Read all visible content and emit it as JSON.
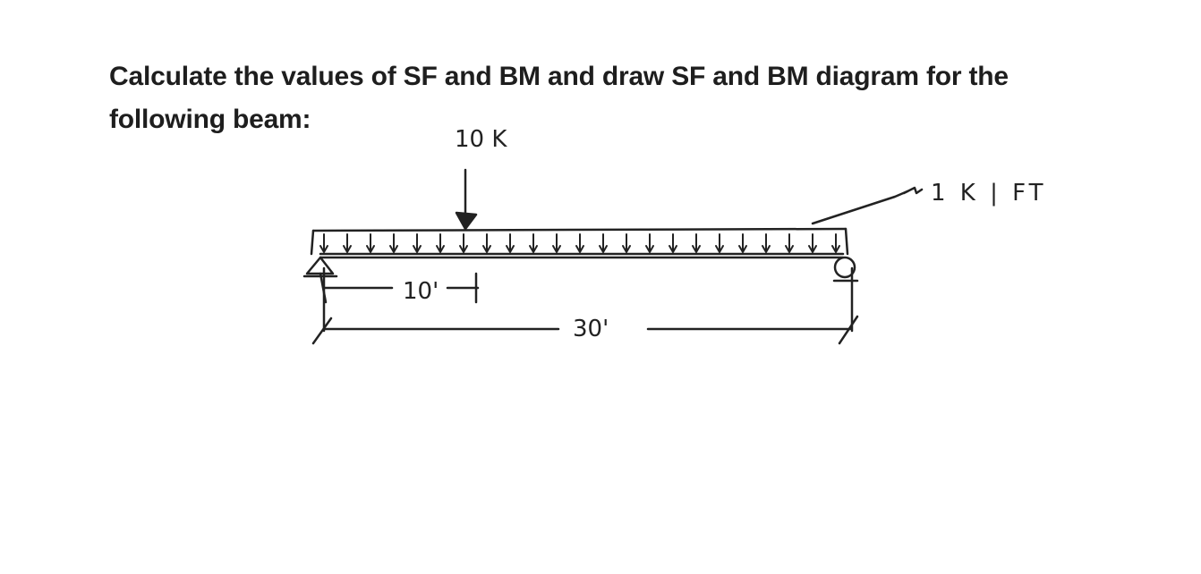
{
  "question": {
    "text": "Calculate the values of SF and BM and draw SF and BM diagram for the following beam:"
  },
  "diagram": {
    "point_load": {
      "label": "10 K"
    },
    "distributed_load": {
      "label": "1 K | FT"
    },
    "dimensions": {
      "load_position_label": "10'",
      "span_label": "30'"
    }
  },
  "colors": {
    "ink": "#222222",
    "text": "#1e1e1e",
    "background": "#ffffff"
  }
}
